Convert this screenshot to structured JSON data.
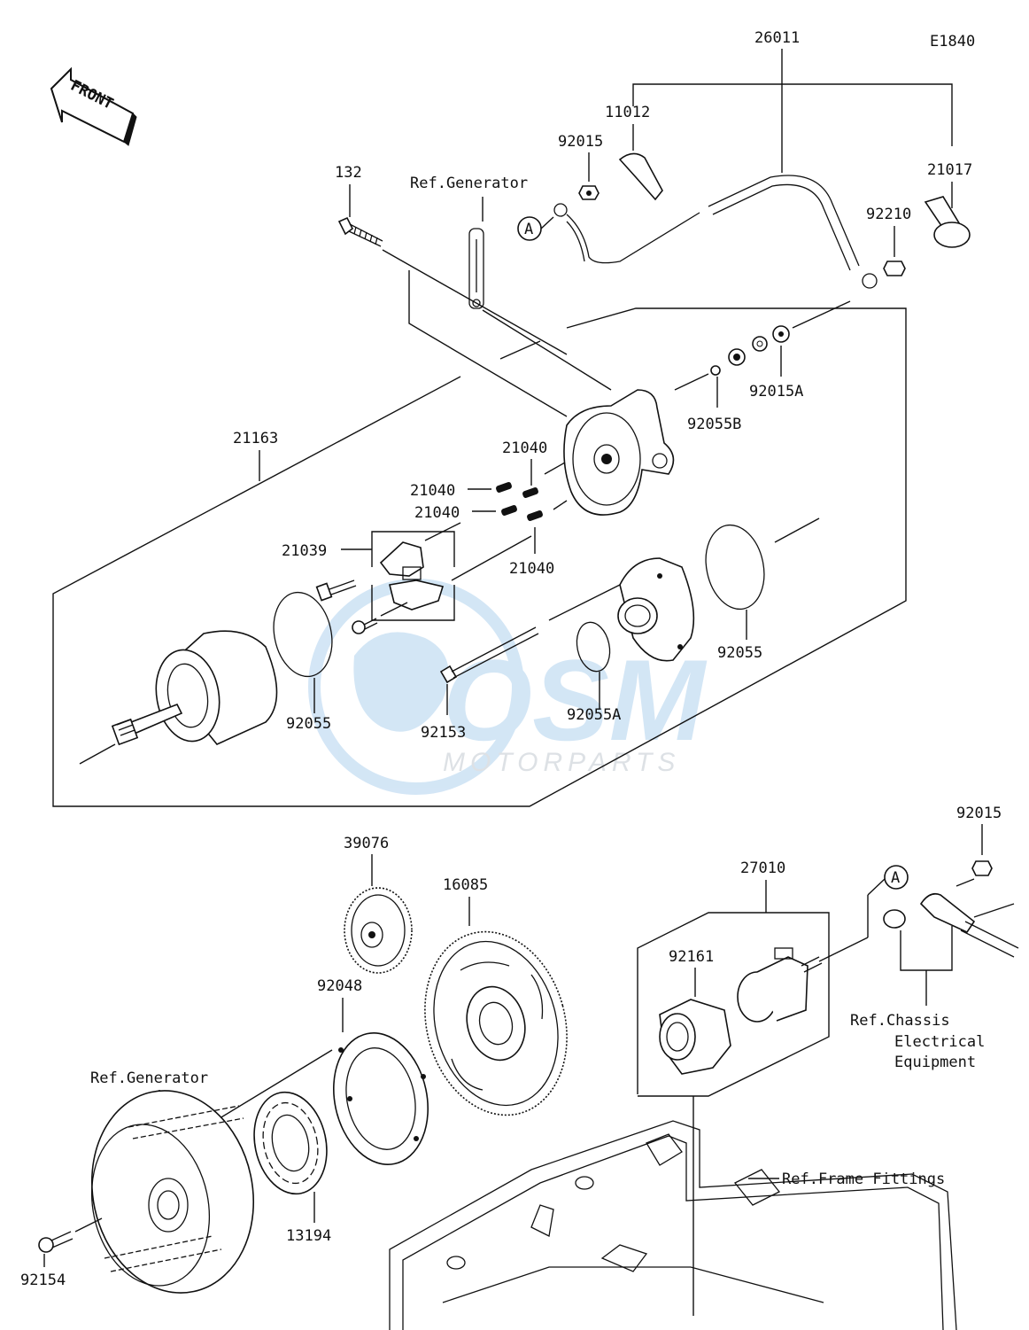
{
  "diagram_code": "E1840",
  "front_label": "FRONT",
  "callout_a": "A",
  "watermark": {
    "brand": "OSM",
    "sub": "MOTORPARTS"
  },
  "parts": {
    "p26011": "26011",
    "p11012": "11012",
    "p92015_top": "92015",
    "p21017": "21017",
    "p92210": "92210",
    "p132": "132",
    "ref_generator_top": "Ref.Generator",
    "p92015A": "92015A",
    "p92055B": "92055B",
    "p21163": "21163",
    "p21040_a": "21040",
    "p21040_b": "21040",
    "p21040_c": "21040",
    "p21040_d": "21040",
    "p21039": "21039",
    "p92055_right": "92055",
    "p92055_left": "92055",
    "p92153": "92153",
    "p92055A": "92055A",
    "p39076": "39076",
    "p16085": "16085",
    "p92048": "92048",
    "ref_generator_bottom": "Ref.Generator",
    "p13194": "13194",
    "p92154": "92154",
    "p27010": "27010",
    "p92161": "92161",
    "p92015_right": "92015",
    "ref_chassis_1": "Ref.Chassis",
    "ref_chassis_2": "Electrical",
    "ref_chassis_3": "Equipment",
    "ref_frame": "Ref.Frame Fittings"
  }
}
